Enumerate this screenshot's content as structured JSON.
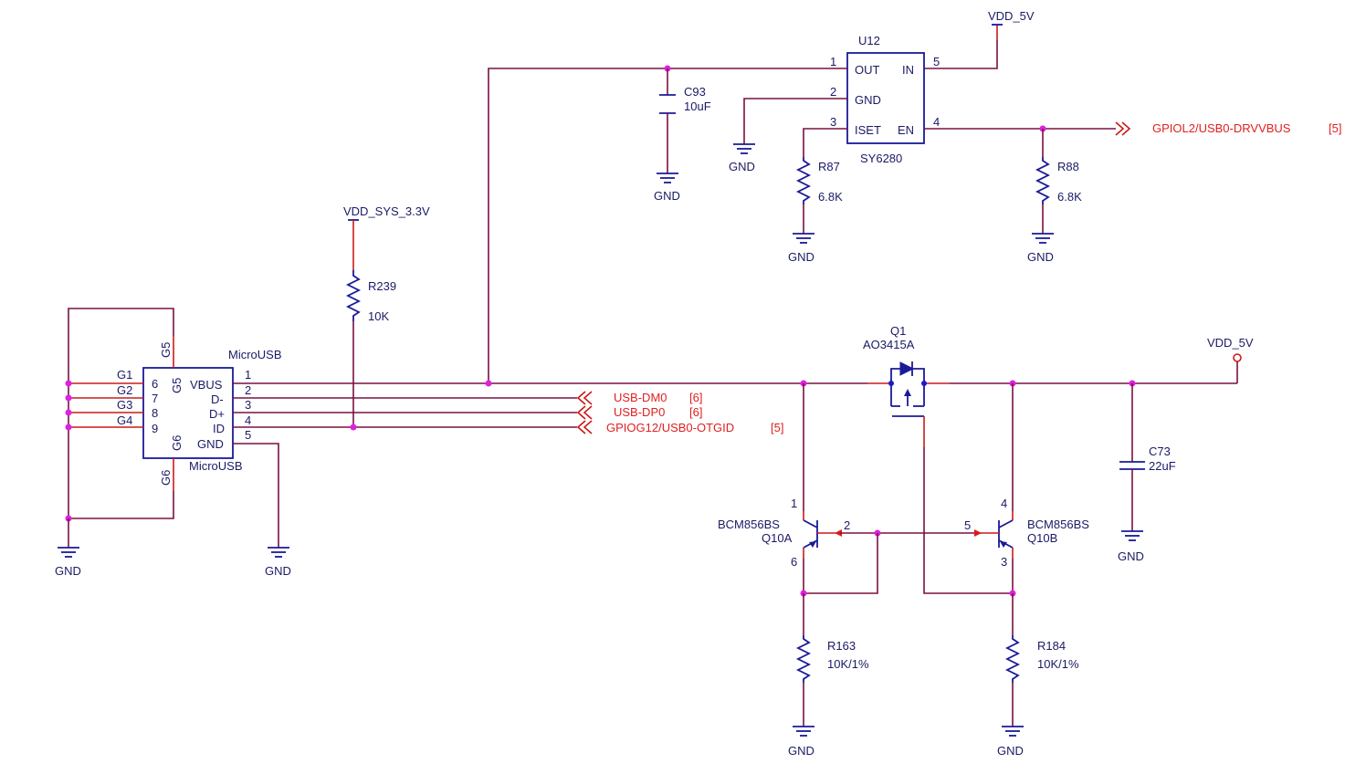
{
  "power": {
    "vdd5v_top": "VDD_5V",
    "vdd_sys": "VDD_SYS_3.3V",
    "vdd5v_right": "VDD_5V",
    "gnd": "GND"
  },
  "u12": {
    "ref": "U12",
    "part": "SY6280",
    "pins": {
      "out": "OUT",
      "in": "IN",
      "gnd": "GND",
      "iset": "ISET",
      "en": "EN"
    },
    "pin_numbers": {
      "out": "1",
      "gnd": "2",
      "iset": "3",
      "in": "5",
      "en": "4"
    }
  },
  "c93": {
    "ref": "C93",
    "value": "10uF"
  },
  "r87": {
    "ref": "R87",
    "value": "6.8K"
  },
  "r88": {
    "ref": "R88",
    "value": "6.8K"
  },
  "r239": {
    "ref": "R239",
    "value": "10K"
  },
  "nets": {
    "drvvbus": "GPIOL2/USB0-DRVVBUS",
    "drvvbus_ref": "[5]",
    "dm": "USB-DM0",
    "dm_ref": "[6]",
    "dp": "USB-DP0",
    "dp_ref": "[6]",
    "otgid": "GPIOG12/USB0-OTGID",
    "otgid_ref": "[5]"
  },
  "usb": {
    "name_top": "MicroUSB",
    "name_bottom": "MicroUSB",
    "shield_top": "G5",
    "shield_bottom": "G6",
    "left_pins": [
      {
        "name": "G1",
        "num": "6"
      },
      {
        "name": "G2",
        "num": "7"
      },
      {
        "name": "G3",
        "num": "8"
      },
      {
        "name": "G4",
        "num": "9"
      }
    ],
    "right_pins": [
      {
        "name": "VBUS",
        "num": "1"
      },
      {
        "name": "D-",
        "num": "2"
      },
      {
        "name": "D+",
        "num": "3"
      },
      {
        "name": "ID",
        "num": "4"
      },
      {
        "name": "GND",
        "num": "5"
      }
    ]
  },
  "q1": {
    "ref": "Q1",
    "part": "AO3415A"
  },
  "c73": {
    "ref": "C73",
    "value": "22uF"
  },
  "q10a": {
    "part": "BCM856BS",
    "ref": "Q10A",
    "pin_c": "1",
    "pin_b": "2",
    "pin_e": "6"
  },
  "q10b": {
    "part": "BCM856BS",
    "ref": "Q10B",
    "pin_c": "4",
    "pin_b": "5",
    "pin_e": "3"
  },
  "r163": {
    "ref": "R163",
    "value": "10K/1%"
  },
  "r184": {
    "ref": "R184",
    "value": "10K/1%"
  }
}
